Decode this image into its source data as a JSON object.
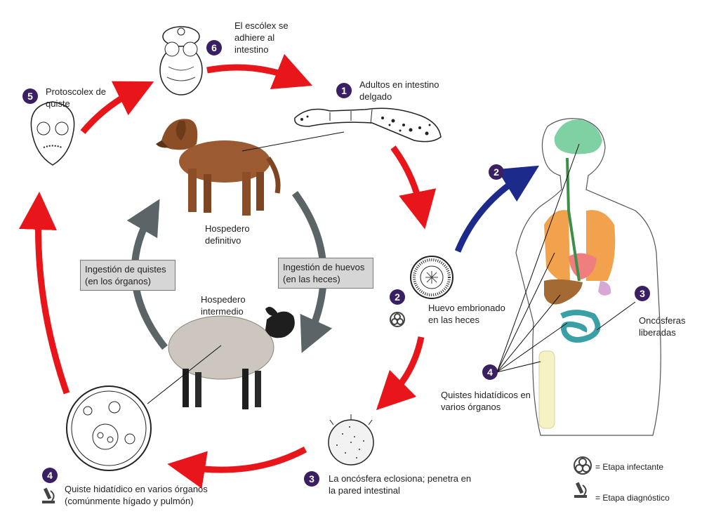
{
  "stages": {
    "s1": {
      "num": "1",
      "text": "Adultos en intestino delgado"
    },
    "s2": {
      "num": "2",
      "text": "Huevo embrionado en las heces"
    },
    "s3": {
      "num": "3",
      "text": "La oncósfera eclosiona; penetra en la pared intestinal"
    },
    "s4": {
      "num": "4",
      "text": "Quiste hidatídico en varios órganos (comúnmente hígado y pulmón)"
    },
    "s5": {
      "num": "5",
      "text": "Protoscolex de quiste"
    },
    "s6": {
      "num": "6",
      "text": "El escólex se adhiere al intestino"
    }
  },
  "human": {
    "h2": {
      "num": "2"
    },
    "h3": {
      "num": "3",
      "text": "Oncósferas liberadas"
    },
    "h4": {
      "num": "4",
      "text": "Quistes hidatídicos en varios órganos"
    }
  },
  "hosts": {
    "definitive": "Hospedero definitivo",
    "intermediate": "Hospedero intermedio"
  },
  "boxes": {
    "cysts": "Ingestión de quistes (en los órganos)",
    "eggs": "Ingestión de huevos (en las heces)"
  },
  "legend": {
    "infective": "= Etapa infectante",
    "diagnostic": "= Etapa diagnóstico"
  },
  "colors": {
    "red_arrow": "#e8161b",
    "blue_arrow": "#1c2a8c",
    "grey_arrow": "#5b6466",
    "badge": "#3b1f63"
  },
  "icons": [
    "biohazard-icon",
    "microscope-icon"
  ]
}
